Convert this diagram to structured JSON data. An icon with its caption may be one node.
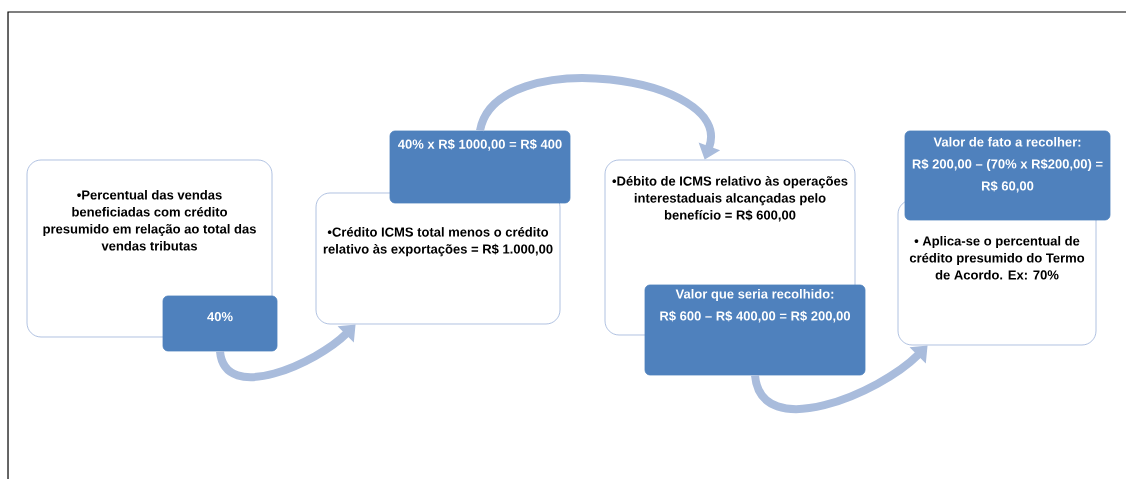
{
  "diagram": {
    "nodes": [
      {
        "text": [
          "•Percentual das vendas beneficiadas com crédito presumido em relação ao total das vendas tributas"
        ]
      },
      {
        "text": [
          "40%"
        ]
      },
      {
        "text": [
          "•Crédito ICMS total menos o crédito relativo  às exportações = R$ 1.000,00"
        ]
      },
      {
        "text": [
          "40% x R$ 1000,00 = R$ 400"
        ]
      },
      {
        "text": [
          "•Débito de ICMS relativo às operações interestaduais alcançadas pelo benefício = R$ 600,00"
        ]
      },
      {
        "text": [
          "Valor que seria recolhido:",
          "R$ 600 – R$ 400,00 = R$ 200,00"
        ]
      },
      {
        "text": [
          "• Aplica-se o percentual de crédito presumido do Termo de Acordo. Ex: 70%"
        ]
      },
      {
        "text": [
          "Valor de fato a recolher:",
          "R$ 200,00 – (70% x R$200,00) = R$ 60,00"
        ]
      }
    ],
    "edges": [
      {
        "from": 1,
        "to": 2,
        "arrow": "to"
      },
      {
        "from": 3,
        "to": 4,
        "arrow": "to"
      },
      {
        "from": 5,
        "to": 6,
        "arrow": "to"
      }
    ]
  }
}
